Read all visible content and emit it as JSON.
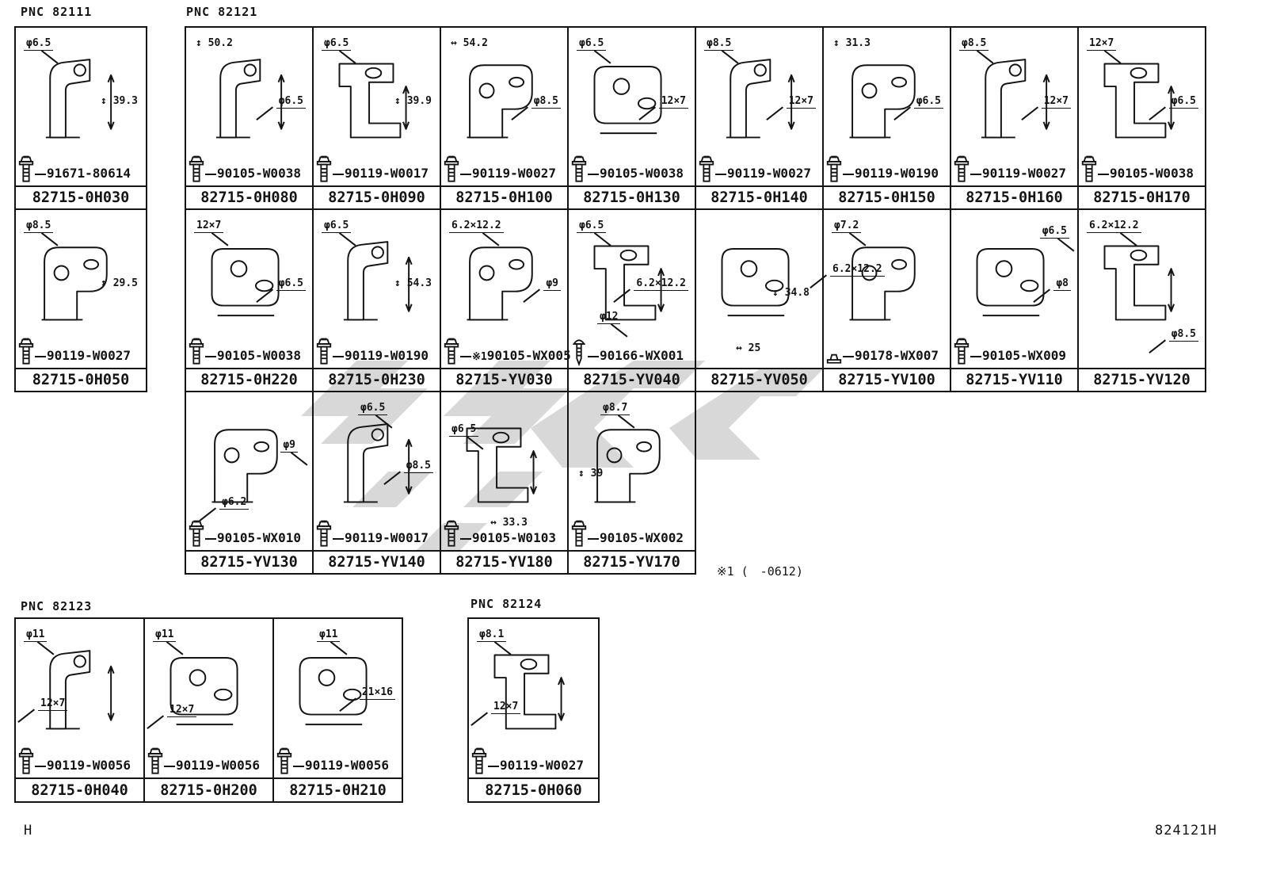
{
  "page": {
    "code_letter": "H",
    "drawing_number": "824121H",
    "footnote": "※1 (　-0612)"
  },
  "pnc82111": {
    "label": "PNC 82111",
    "cells": {
      "h030": {
        "part": "82715-0H030",
        "bolt": "91671-80614",
        "dims": [
          "φ6.5",
          "39.3"
        ]
      },
      "h050": {
        "part": "82715-0H050",
        "bolt": "90119-W0027",
        "dims": [
          "φ8.5",
          "29.5"
        ]
      }
    }
  },
  "pnc82121": {
    "label": "PNC 82121",
    "cells": {
      "h080": {
        "part": "82715-0H080",
        "bolt": "90105-W0038",
        "dims": [
          "50.2",
          "φ6.5"
        ]
      },
      "h090": {
        "part": "82715-0H090",
        "bolt": "90119-W0017",
        "dims": [
          "φ6.5",
          "39.9"
        ]
      },
      "h100": {
        "part": "82715-0H100",
        "bolt": "90119-W0027",
        "dims": [
          "54.2",
          "φ8.5"
        ]
      },
      "h130": {
        "part": "82715-0H130",
        "bolt": "90105-W0038",
        "dims": [
          "φ6.5",
          "12×7"
        ]
      },
      "h140": {
        "part": "82715-0H140",
        "bolt": "90119-W0027",
        "dims": [
          "φ8.5",
          "12×7"
        ]
      },
      "h150": {
        "part": "82715-0H150",
        "bolt": "90119-W0190",
        "dims": [
          "31.3",
          "φ6.5"
        ]
      },
      "h160": {
        "part": "82715-0H160",
        "bolt": "90119-W0027",
        "dims": [
          "φ8.5",
          "12×7"
        ]
      },
      "h170": {
        "part": "82715-0H170",
        "bolt": "90105-W0038",
        "dims": [
          "12×7",
          "φ6.5"
        ]
      },
      "h220": {
        "part": "82715-0H220",
        "bolt": "90105-W0038",
        "dims": [
          "12×7",
          "φ6.5"
        ]
      },
      "h230": {
        "part": "82715-0H230",
        "bolt": "90119-W0190",
        "dims": [
          "φ6.5",
          "54.3"
        ]
      },
      "yv030": {
        "part": "82715-YV030",
        "bolt": "90105-WX005",
        "bolt_note": "※1",
        "dims": [
          "6.2×12.2",
          "φ9"
        ]
      },
      "yv040": {
        "part": "82715-YV040",
        "bolt": "90166-WX001",
        "dims": [
          "φ6.5",
          "6.2×12.2",
          "φ12"
        ]
      },
      "yv050": {
        "part": "82715-YV050",
        "dims": [
          "34.8",
          "25"
        ]
      },
      "yv100": {
        "part": "82715-YV100",
        "bolt": "90178-WX007",
        "dims": [
          "φ7.2",
          "6.2×12.2"
        ]
      },
      "yv110": {
        "part": "82715-YV110",
        "bolt": "90105-WX009",
        "dims": [
          "φ6.5",
          "φ8"
        ]
      },
      "yv120": {
        "part": "82715-YV120",
        "dims": [
          "6.2×12.2",
          "φ8.5"
        ]
      },
      "yv130": {
        "part": "82715-YV130",
        "bolt": "90105-WX010",
        "dims": [
          "φ9",
          "φ6.2"
        ]
      },
      "yv140": {
        "part": "82715-YV140",
        "bolt": "90119-W0017",
        "dims": [
          "φ6.5",
          "φ8.5"
        ]
      },
      "yv180": {
        "part": "82715-YV180",
        "bolt": "90105-W0103",
        "dims": [
          "φ6.5",
          "33.3"
        ]
      },
      "yv170": {
        "part": "82715-YV170",
        "bolt": "90105-WX002",
        "dims": [
          "φ8.7",
          "39"
        ]
      }
    }
  },
  "pnc82123": {
    "label": "PNC 82123",
    "cells": {
      "h040": {
        "part": "82715-0H040",
        "bolt": "90119-W0056",
        "dims": [
          "φ11",
          "12×7"
        ]
      },
      "h200": {
        "part": "82715-0H200",
        "bolt": "90119-W0056",
        "dims": [
          "φ11",
          "12×7"
        ]
      },
      "h210": {
        "part": "82715-0H210",
        "bolt": "90119-W0056",
        "dims": [
          "φ11",
          "21×16"
        ]
      }
    }
  },
  "pnc82124": {
    "label": "PNC 82124",
    "cells": {
      "h060": {
        "part": "82715-0H060",
        "bolt": "90119-W0027",
        "dims": [
          "φ8.1",
          "12×7"
        ]
      }
    }
  }
}
